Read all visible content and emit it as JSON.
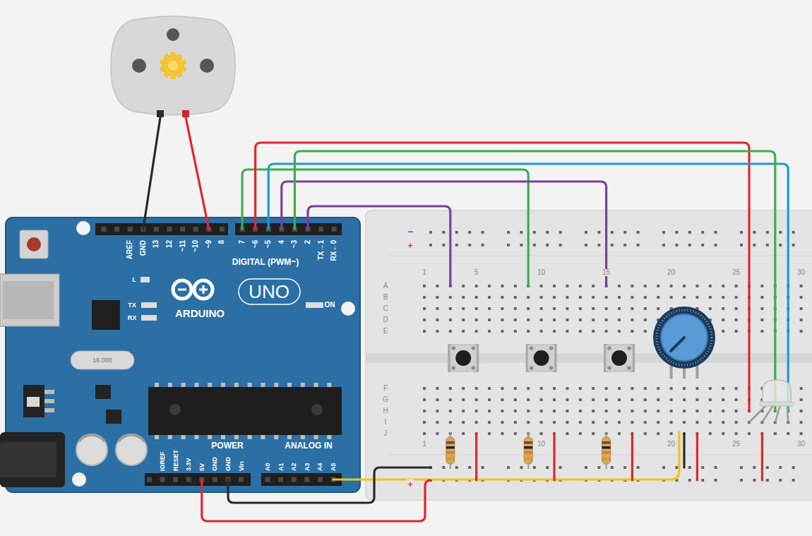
{
  "diagram": {
    "labels": [
      "AREF",
      "GND",
      "13",
      "12",
      "~11",
      "~10",
      "~9",
      "8",
      "7",
      "~6",
      "~5",
      "4",
      "~3",
      "2",
      "TX→1",
      "RX←0",
      "DIGITAL (PWM~)",
      "L",
      "TX",
      "RX",
      "ARDUINO",
      "UNO",
      "ON",
      "16.000",
      "IOREF",
      "RESET",
      "3.3V",
      "5V",
      "GND",
      "GND",
      "Vin",
      "POWER",
      "ANALOG IN",
      "A0",
      "A1",
      "A2",
      "A3",
      "A4",
      "A5",
      "−",
      "+",
      "+",
      "1",
      "5",
      "10",
      "15",
      "20",
      "25",
      "30",
      "1",
      "10",
      "20",
      "25",
      "30",
      "A",
      "B",
      "C",
      "D",
      "E",
      "F",
      "G",
      "H",
      "I",
      "J"
    ]
  }
}
